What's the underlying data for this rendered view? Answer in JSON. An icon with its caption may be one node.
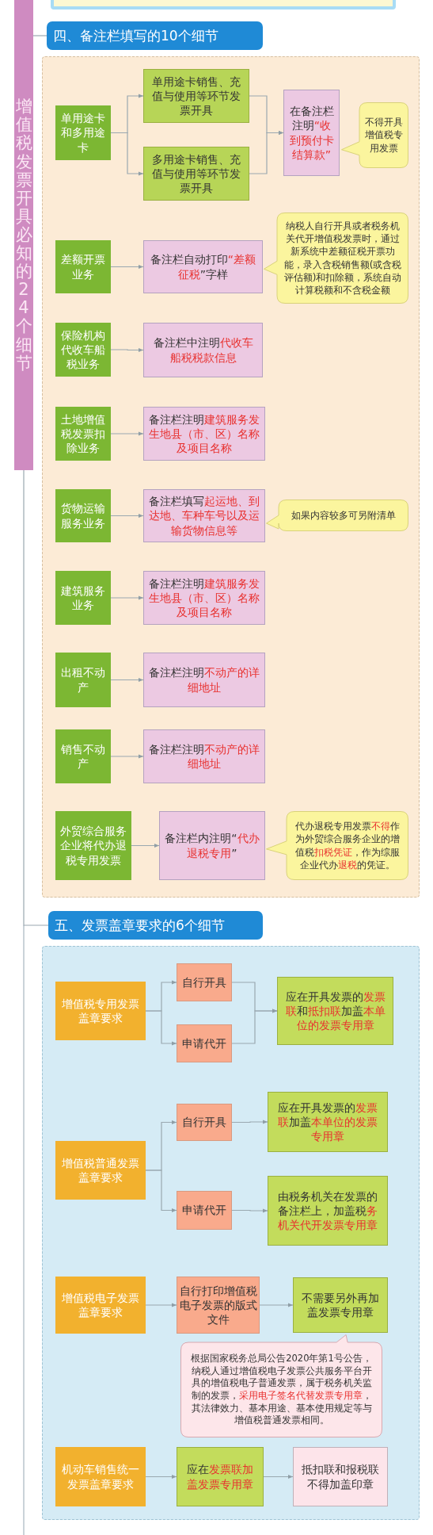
{
  "diagram": {
    "nodes": [
      {
        "text": [],
        "shape": "box"
      },
      {
        "text": [
          "增值税发票开具必知的24个细节"
        ]
      },
      {
        "text": [
          "四、备注栏填写的10个细节"
        ]
      },
      {
        "text": [],
        "shape": "box"
      },
      {
        "text": [
          "单用途卡和多用途卡"
        ],
        "in": 3
      },
      {
        "text": [
          "单用途卡销售、充值与使用等环节发票开具"
        ],
        "in": 3
      },
      {
        "text": [
          "多用途卡销售、充值与使用等环节发票开具"
        ],
        "in": 3
      },
      {
        "text": [
          "在备注栏注明**“收到预付卡结算款”**"
        ],
        "in": 3
      },
      {
        "text": [
          "不得开具增值税专用发票"
        ],
        "in": 3
      },
      {
        "text": [
          "差额开票业务"
        ],
        "in": 3
      },
      {
        "text": [
          "备注栏自动打印**“差额征税**”字样"
        ],
        "in": 3
      },
      {
        "text": [
          "纳税人自行开具或者税务机关代开增值税发票时，通过新系统中差额征税开票功能，录入含税销售额(或含税评估额)和扣除额，系统自动计算税额和不含税金额"
        ],
        "in": 3
      },
      {
        "text": [
          "保险机构代收车船税业务"
        ],
        "in": 3
      },
      {
        "text": [
          "备注栏中注明**代收车船税税款信息**"
        ],
        "in": 3
      },
      {
        "text": [
          "土地增值税发票扣除业务"
        ],
        "in": 3
      },
      {
        "text": [
          "备注栏注明**建筑服务发生地县（市、区）名称及项目名称**"
        ],
        "in": 3
      },
      {
        "text": [
          "货物运输服务业务"
        ],
        "in": 3
      },
      {
        "text": [
          "备注栏填写**起运地、到达地、车种车号以及运输货物信息等**"
        ],
        "in": 3
      },
      {
        "text": [
          "如果内容较多可另附清单"
        ],
        "in": 3
      },
      {
        "text": [
          "建筑服务业务"
        ],
        "in": 3
      },
      {
        "text": [
          "备注栏注明**建筑服务发生地县（市、区）名称及项目名称**"
        ],
        "in": 3
      },
      {
        "text": [
          "出租不动产"
        ],
        "in": 3
      },
      {
        "text": [
          "备注栏注明**不动产的详细地址**"
        ],
        "in": 3
      },
      {
        "text": [
          "销售不动产"
        ],
        "in": 3
      },
      {
        "text": [
          "备注栏注明**不动产的详细地址**"
        ],
        "in": 3
      },
      {
        "text": [
          "外贸综合服务企业将代办退税专用发票"
        ],
        "in": 3
      },
      {
        "text": [
          "备注栏内注明“**代办退税专用**”"
        ],
        "in": 3
      },
      {
        "text": [
          "代办退税专用发票**不得**作为外贸综合服务企业的增值税**扣税凭证**，作为综服企业代办**退税**的凭证。"
        ],
        "in": 3
      },
      {
        "text": [
          "五、发票盖章要求的6个细节"
        ]
      },
      {
        "text": [],
        "shape": "box"
      },
      {
        "text": [
          "增值税专用发票盖章要求"
        ],
        "in": 29
      },
      {
        "text": [
          "自行开具"
        ],
        "in": 29
      },
      {
        "text": [
          "申请代开"
        ],
        "in": 29
      },
      {
        "text": [
          "应在开具发票的**发票联**和**抵扣联**加盖**本单位的发票专用章**"
        ],
        "in": 29
      },
      {
        "text": [
          "增值税普通发票盖章要求"
        ],
        "in": 29
      },
      {
        "text": [
          "自行开具"
        ],
        "in": 29
      },
      {
        "text": [
          "申请代开"
        ],
        "in": 29
      },
      {
        "text": [
          "应在开具发票的**发票联**加盖**本单位的发票专用章**"
        ],
        "in": 29
      },
      {
        "text": [
          "由税务机关在发票的备注栏上，加盖税**务机关代开发票专用章**"
        ],
        "in": 29
      },
      {
        "text": [
          "增值税电子发票盖章要求"
        ],
        "in": 29
      },
      {
        "text": [
          "自行打印增值税电子发票的版式文件"
        ],
        "in": 29
      },
      {
        "text": [
          "不需要另外再加盖发票专用章"
        ],
        "in": 29
      },
      {
        "text": [
          "根据国家税务总局公告2020年第1号公告，纳税人通过增值税电子发票公共服务平台开具的增值税电子普通发票，属于税务机关监制的发票，**采用电子签名代替发票专用章**，其法律效力、基本用途、基本使用规定等与增值税普通发票相同。"
        ],
        "in": 29
      },
      {
        "text": [
          "机动车销售统一发票盖章要求"
        ],
        "in": 29
      },
      {
        "text": [
          "应在**发票联加盖发票专用章**"
        ],
        "in": 29
      },
      {
        "text": [
          "抵扣联和报税联不得加盖印章"
        ],
        "in": 29
      }
    ],
    "edges": [
      {
        "from": 1,
        "to": 2,
        "arrow": "none"
      },
      {
        "from": 1,
        "to": 28,
        "arrow": "none"
      },
      {
        "from": 4,
        "to": 5,
        "arrow": "to"
      },
      {
        "from": 4,
        "to": 6,
        "arrow": "to"
      },
      {
        "from": 5,
        "to": 7,
        "arrow": "to"
      },
      {
        "from": 6,
        "to": 7,
        "arrow": "to"
      },
      {
        "from": 9,
        "to": 10,
        "arrow": "to"
      },
      {
        "from": 12,
        "to": 13,
        "arrow": "to"
      },
      {
        "from": 14,
        "to": 15,
        "arrow": "to"
      },
      {
        "from": 16,
        "to": 17,
        "arrow": "to"
      },
      {
        "from": 19,
        "to": 20,
        "arrow": "to"
      },
      {
        "from": 21,
        "to": 22,
        "arrow": "to"
      },
      {
        "from": 23,
        "to": 24,
        "arrow": "to"
      },
      {
        "from": 25,
        "to": 26,
        "arrow": "to"
      },
      {
        "from": 30,
        "to": 31,
        "arrow": "to"
      },
      {
        "from": 30,
        "to": 32,
        "arrow": "to"
      },
      {
        "from": 31,
        "to": 33,
        "arrow": "to"
      },
      {
        "from": 32,
        "to": 33,
        "arrow": "to"
      },
      {
        "from": 34,
        "to": 35,
        "arrow": "to"
      },
      {
        "from": 34,
        "to": 36,
        "arrow": "to"
      },
      {
        "from": 35,
        "to": 37,
        "arrow": "to"
      },
      {
        "from": 36,
        "to": 38,
        "arrow": "to"
      },
      {
        "from": 39,
        "to": 40,
        "arrow": "to"
      },
      {
        "from": 40,
        "to": 41,
        "arrow": "to"
      },
      {
        "from": 43,
        "to": 44,
        "arrow": "to"
      },
      {
        "from": 44,
        "to": 45,
        "arrow": "to"
      }
    ]
  }
}
